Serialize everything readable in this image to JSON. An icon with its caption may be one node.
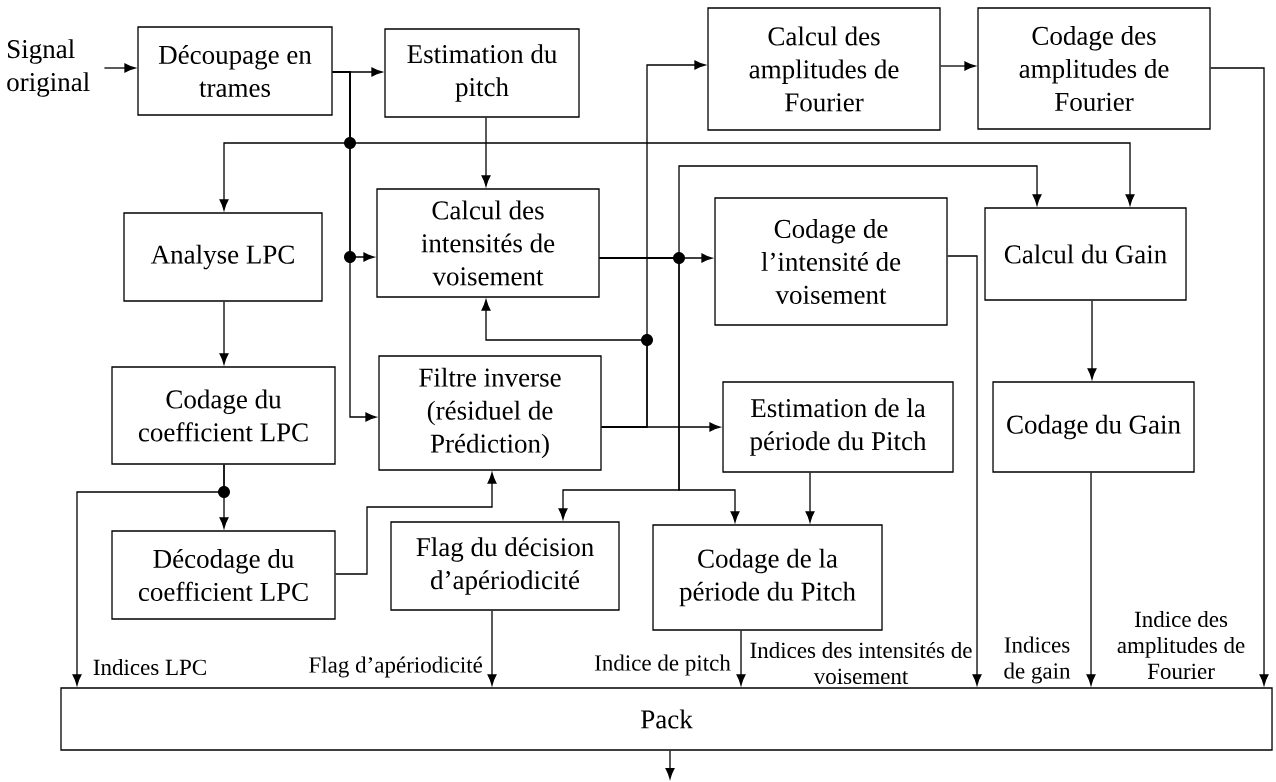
{
  "diagram": {
    "nodes": [
      {
        "text": [
          "Signal original"
        ]
      },
      {
        "text": [
          "Découpage en trames"
        ]
      },
      {
        "text": [
          "Estimation du pitch"
        ]
      },
      {
        "text": [
          "Calcul des amplitudes de Fourier"
        ]
      },
      {
        "text": [
          "Codage des amplitudes de Fourier"
        ]
      },
      {
        "text": [
          "Analyse LPC"
        ]
      },
      {
        "text": [
          "Calcul des intensités de voisement"
        ]
      },
      {
        "text": [
          "Codage de l’intensité de voisement"
        ]
      },
      {
        "text": [
          "Calcul du Gain"
        ]
      },
      {
        "text": [
          "Codage du coefficient LPC"
        ]
      },
      {
        "text": [
          "Filtre inverse (résiduel de Prédiction)"
        ]
      },
      {
        "text": [
          "Estimation de la période du Pitch"
        ]
      },
      {
        "text": [
          "Codage du Gain"
        ]
      },
      {
        "text": [
          "Décodage du coefficient LPC"
        ]
      },
      {
        "text": [
          "Flag du décision d’apériodicité"
        ]
      },
      {
        "text": [
          "Codage de la période du Pitch"
        ]
      },
      {
        "text": [
          "Pack"
        ]
      }
    ],
    "edges": [
      {
        "from": 0,
        "to": 1,
        "arrow": "to"
      },
      {
        "from": 1,
        "to": 2,
        "arrow": "to"
      },
      {
        "from": 1,
        "to": 5,
        "arrow": "to"
      },
      {
        "from": 1,
        "to": 8,
        "arrow": "to"
      },
      {
        "from": 1,
        "to": 6,
        "arrow": "to"
      },
      {
        "from": 1,
        "to": 10,
        "arrow": "to"
      },
      {
        "from": 2,
        "to": 6,
        "arrow": "to"
      },
      {
        "from": 5,
        "to": 9,
        "arrow": "to"
      },
      {
        "from": 6,
        "to": 7,
        "arrow": "to"
      },
      {
        "from": 6,
        "to": 8,
        "arrow": "to"
      },
      {
        "from": 6,
        "to": 14,
        "arrow": "to"
      },
      {
        "from": 6,
        "to": 15,
        "arrow": "to"
      },
      {
        "from": 10,
        "to": 6,
        "arrow": "to"
      },
      {
        "from": 10,
        "to": 3,
        "arrow": "to"
      },
      {
        "from": 10,
        "to": 11,
        "arrow": "to"
      },
      {
        "from": 3,
        "to": 4,
        "arrow": "to"
      },
      {
        "from": 11,
        "to": 15,
        "arrow": "to"
      },
      {
        "from": 9,
        "to": 13,
        "arrow": "to"
      },
      {
        "from": 9,
        "to": 16,
        "arrow": "to",
        "label": "Indices LPC"
      },
      {
        "from": 13,
        "to": 10,
        "arrow": "to"
      },
      {
        "from": 8,
        "to": 12,
        "arrow": "to"
      },
      {
        "from": 14,
        "to": 16,
        "arrow": "to",
        "label": "Flag d’apériodicité"
      },
      {
        "from": 15,
        "to": 16,
        "arrow": "to",
        "label": "Indice de pitch"
      },
      {
        "from": 7,
        "to": 16,
        "arrow": "to",
        "label": "Indices des intensités de voisement"
      },
      {
        "from": 12,
        "to": 16,
        "arrow": "to",
        "label": "Indices de gain"
      },
      {
        "from": 4,
        "to": 16,
        "arrow": "to",
        "label": "Indice des amplitudes de Fourier"
      },
      {
        "from": 16,
        "to": null,
        "arrow": "to"
      }
    ]
  }
}
